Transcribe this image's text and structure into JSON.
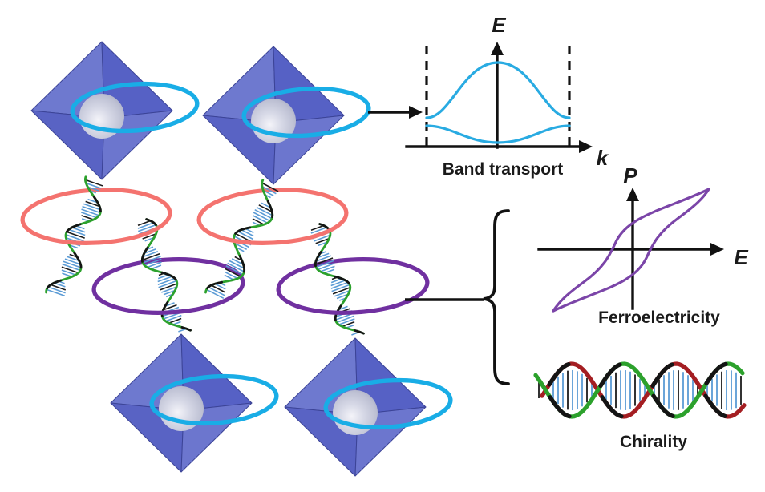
{
  "diagrams": {
    "band_transport": {
      "y_axis_label": "E",
      "x_axis_label": "k",
      "caption": "Band transport"
    },
    "ferroelectricity": {
      "y_axis_label": "P",
      "x_axis_label": "E",
      "caption": "Ferroelectricity"
    },
    "chirality": {
      "caption": "Chirality"
    }
  },
  "scene": {
    "octahedra_count": 4,
    "red_ring_count": 2,
    "purple_ring_count": 2,
    "helix_count": 4
  },
  "colors": {
    "axis": "#111111",
    "text": "#1a1a1a",
    "band_curve": "#29ABE2",
    "hysteresis_curve": "#7B45A8",
    "octa_face_tl": "#6E79CF",
    "octa_face_tr": "#5661C5",
    "octa_face_bl": "#5963C4",
    "octa_face_br": "#6C76CE",
    "octa_edge": "#3C4497",
    "sphere_light": "#F4F4F9",
    "sphere_mid": "#D6D8E6",
    "sphere_shade": "#BDC0D3",
    "sphere_dark": "#A8ACC4",
    "cyan_ring": "#19ADE6",
    "red_ring": "#F4736F",
    "purple_ring": "#7030A0",
    "helix_green": "#2CA12C",
    "helix_black": "#141414",
    "rung_blue": "#5B9BD5",
    "rung_dark": "#1b1b1b",
    "chirality_green": "#2CA12C",
    "chirality_red": "#A41E22"
  }
}
